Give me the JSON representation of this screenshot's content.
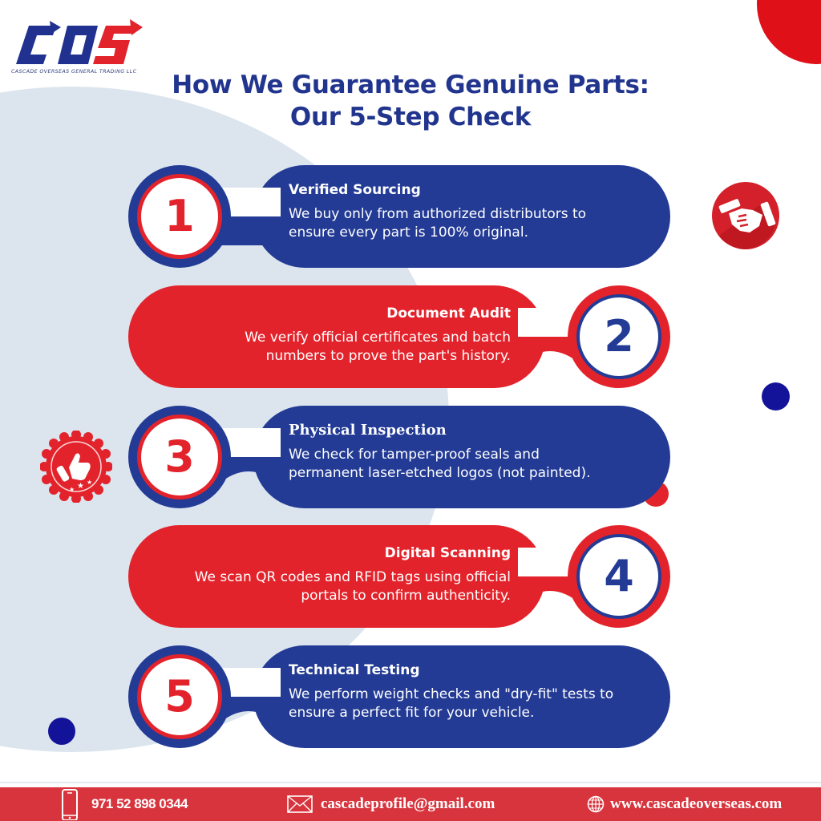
{
  "brand": {
    "logo_letters": [
      "C",
      "O",
      "S"
    ],
    "company_name": "CASCADE OVERSEAS GENERAL TRADING LLC",
    "colors": {
      "blue": "#233b95",
      "red": "#e3232b",
      "light_bg": "#dce5ee",
      "dot_blue": "#13139a"
    }
  },
  "header": {
    "title_line1": "How We Guarantee Genuine Parts:",
    "title_line2": "Our 5-Step Check"
  },
  "steps": [
    {
      "number": "1",
      "title": "Verified Sourcing",
      "description_line1": "We buy only from authorized distributors to",
      "description_line2": "ensure every part is 100% original.",
      "color": "blue",
      "align": "left"
    },
    {
      "number": "2",
      "title": "Document Audit",
      "description_line1": "We verify official certificates and batch",
      "description_line2": "numbers to prove the part's history.",
      "color": "red",
      "align": "right"
    },
    {
      "number": "3",
      "title": "Physical Inspection",
      "description_line1": "We check for tamper-proof seals and",
      "description_line2": "permanent laser-etched logos (not painted).",
      "color": "blue",
      "align": "left"
    },
    {
      "number": "4",
      "title": "Digital Scanning",
      "description_line1": "We scan QR codes and RFID tags using official",
      "description_line2": "portals to confirm authenticity.",
      "color": "red",
      "align": "right"
    },
    {
      "number": "5",
      "title": "Technical Testing",
      "description_line1": "We perform weight checks and \"dry-fit\" tests to",
      "description_line2": "ensure a perfect fit for your vehicle.",
      "color": "blue",
      "align": "left"
    }
  ],
  "decorations": {
    "right_icon": "handshake-icon",
    "left_icon": "thumbs-up-badge-icon"
  },
  "footer": {
    "phone": "971 52 898 0344",
    "email": "cascadeprofile@gmail.com",
    "website": "www.cascadeoverseas.com",
    "phone_icon": "phone-icon",
    "email_icon": "envelope-icon",
    "website_icon": "globe-icon",
    "background": "#d8343d"
  }
}
